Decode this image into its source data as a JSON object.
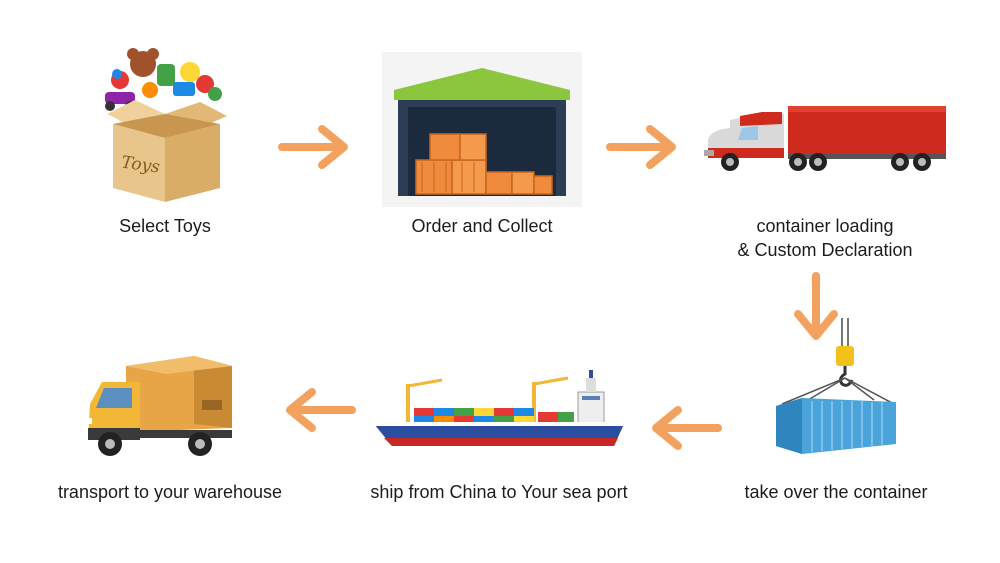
{
  "steps": [
    {
      "id": "select",
      "caption": "Select Toys",
      "box_text": "Toys"
    },
    {
      "id": "order",
      "caption": "Order and Collect"
    },
    {
      "id": "loading",
      "caption_line1": "container loading",
      "caption_line2": "& Custom Declaration"
    },
    {
      "id": "takeover",
      "caption": "take over the container"
    },
    {
      "id": "ship",
      "caption": "ship from China to Your sea port"
    },
    {
      "id": "transport",
      "caption": "transport to your warehouse"
    }
  ],
  "colors": {
    "arrow": "#f2a25e",
    "box": "#e8c58a",
    "warehouse_roof": "#8cc63f",
    "crates": "#f08a3c",
    "truck_trailer": "#cf2a1e",
    "container": "#4aa3d9",
    "ship_hull": "#2b4ea0",
    "van_body": "#f2b736",
    "van_cargo": "#e8a548"
  },
  "icons": [
    "toy-box-icon",
    "warehouse-icon",
    "semi-truck-icon",
    "hooked-container-icon",
    "cargo-ship-icon",
    "delivery-van-icon"
  ]
}
